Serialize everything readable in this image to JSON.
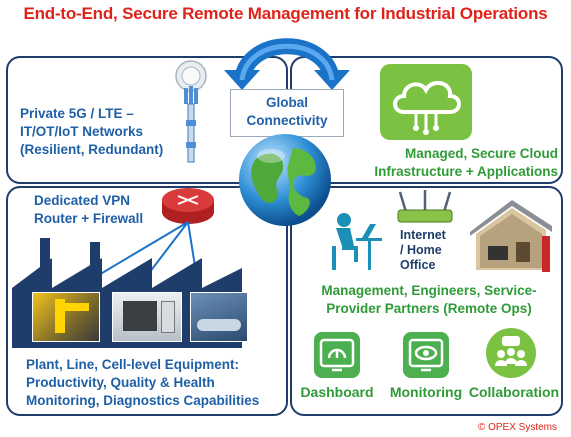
{
  "title": "End-to-End, Secure Remote Management for Industrial Operations",
  "network": {
    "line1": "Private 5G / LTE –",
    "line2": "IT/OT/IoT Networks",
    "line3": "(Resilient, Redundant)"
  },
  "connectivity": {
    "line1": "Global",
    "line2": "Connectivity"
  },
  "cloud": {
    "line1": "Managed, Secure Cloud",
    "line2": "Infrastructure + Applications"
  },
  "router": {
    "line1": "Dedicated VPN",
    "line2": "Router + Firewall"
  },
  "home_office": {
    "line1": "Internet",
    "line2": "/ Home",
    "line3": "Office"
  },
  "partners": {
    "line1": "Management, Engineers, Service-",
    "line2": "Provider Partners (Remote Ops)"
  },
  "plant": {
    "line1": "Plant, Line, Cell-level Equipment:",
    "line2": "Productivity, Quality & Health",
    "line3": "Monitoring, Diagnostics Capabilities"
  },
  "apps": [
    "Dashboard",
    "Monitoring",
    "Collaboration"
  ],
  "copyright": "© OPEX Systems",
  "colors": {
    "title": "#e0231a",
    "blue_text": "#1f5fa6",
    "green": "#2e9b37",
    "panel_border": "#1f3d6b",
    "arrow": "#1a73c8"
  }
}
